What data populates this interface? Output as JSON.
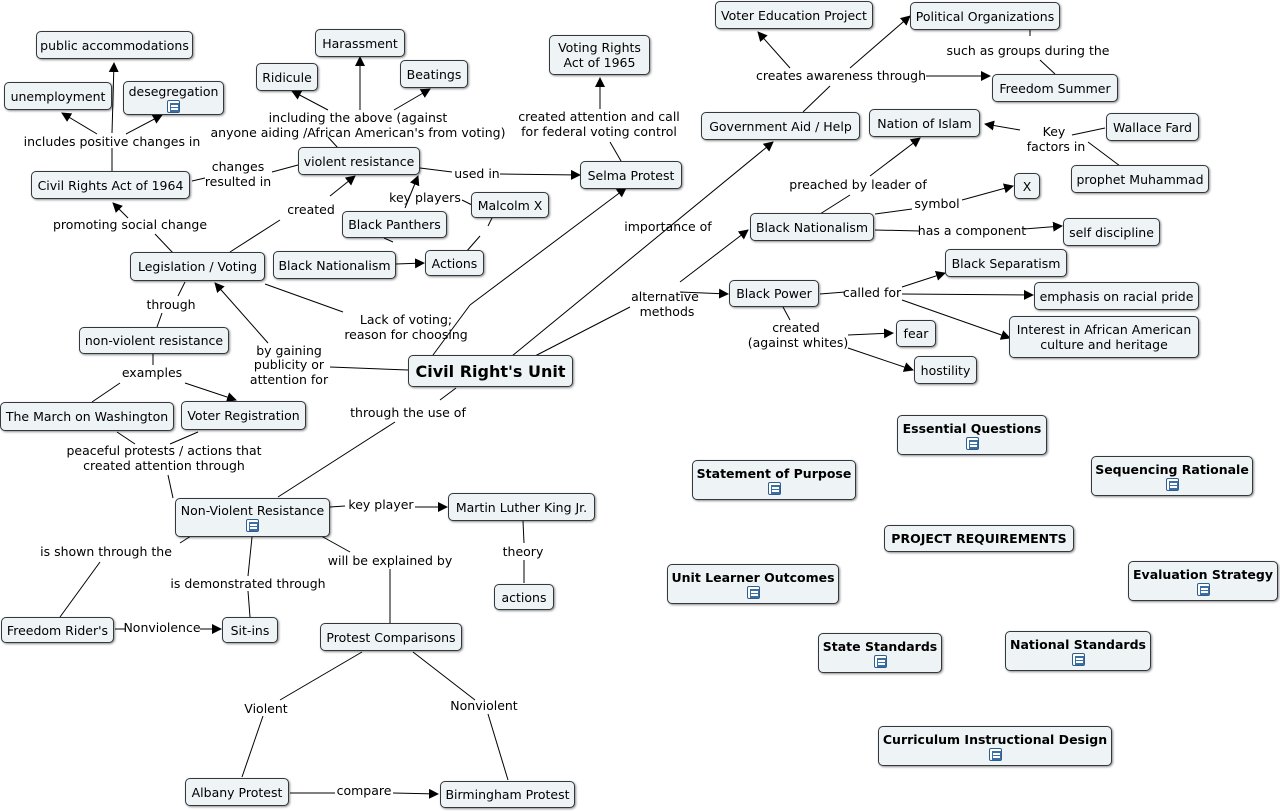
{
  "main_topic": "Civil Right's Unit",
  "nodes": {
    "public_accommodations": "public accommodations",
    "unemployment": "unemployment",
    "desegregation": "desegregation",
    "civil_rights_act": "Civil Rights Act of 1964",
    "ridicule": "Ridicule",
    "harassment": "Harassment",
    "beatings": "Beatings",
    "violent_resistance": "violent resistance",
    "voting_rights_act_line1": "Voting Rights",
    "voting_rights_act_line2": "Act of 1965",
    "selma_protest": "Selma Protest",
    "voter_education_project": "Voter Education Project",
    "political_organizations": "Political Organizations",
    "freedom_summer": "Freedom Summer",
    "government_aid": "Government Aid / Help",
    "nation_of_islam": "Nation of Islam",
    "wallace_fard": "Wallace Fard",
    "prophet_muhammad": "prophet Muhammad",
    "x_symbol": "X",
    "black_nationalism_right": "Black Nationalism",
    "self_discipline": "self discipline",
    "black_separatism": "Black Separatism",
    "emphasis_racial_pride": "emphasis on racial pride",
    "interest_african_line1": "Interest in African American",
    "interest_african_line2": "culture and heritage",
    "black_power": "Black Power",
    "fear": "fear",
    "hostility": "hostility",
    "malcolm_x": "Malcolm X",
    "black_panthers": "Black Panthers",
    "black_nationalism_left": "Black Nationalism",
    "actions_left": "Actions",
    "legislation_voting": "Legislation / Voting",
    "non_violent_resistance_lower": "non-violent resistance",
    "march_on_washington": "The March on Washington",
    "voter_registration": "Voter Registration",
    "non_violent_resistance": "Non-Violent Resistance",
    "martin_luther_king": "Martin Luther King Jr.",
    "actions_mlk": "actions",
    "freedom_riders": "Freedom Rider's",
    "sit_ins": "Sit-ins",
    "protest_comparisons": "Protest Comparisons",
    "albany_protest": "Albany Protest",
    "birmingham_protest": "Birmingham Protest",
    "essential_questions": "Essential Questions",
    "statement_of_purpose": "Statement of Purpose",
    "sequencing_rationale": "Sequencing Rationale",
    "project_requirements": "PROJECT REQUIREMENTS",
    "unit_learner_outcomes": "Unit Learner Outcomes",
    "evaluation_strategy": "Evaluation Strategy",
    "state_standards": "State Standards",
    "national_standards": "National Standards",
    "curriculum_design": "Curriculum Instructional Design"
  },
  "links": {
    "includes_positive": "includes positive changes in",
    "changes_resulted_1": "changes",
    "changes_resulted_2": "resulted in",
    "including_above_1": "including the above (against",
    "including_above_2": "anyone aiding /African American's from voting)",
    "used_in": "used in",
    "created_attention_1": "created attention and call",
    "created_attention_2": "for federal voting control",
    "creates_awareness": "creates awareness through",
    "such_as_groups": "such as groups during the",
    "key_factors_1": "Key",
    "key_factors_2": "factors in",
    "preached_by": "preached by leader of",
    "symbol": "symbol",
    "has_component": "has a component",
    "importance_of": "importance of",
    "alternative_1": "alternative",
    "alternative_2": "methods",
    "called_for": "called for",
    "created_against_1": "created",
    "created_against_2": "(against whites)",
    "key_players": "key players",
    "created": "created",
    "promoting": "promoting social change",
    "through": "through",
    "lack_voting_1": "Lack of voting;",
    "lack_voting_2": "reason for choosing",
    "by_gaining_1": "by gaining",
    "by_gaining_2": "publicity or",
    "by_gaining_3": "attention for",
    "examples": "examples",
    "through_use": "through the use of",
    "peaceful_1": "peaceful protests / actions that",
    "peaceful_2": "created attention through",
    "key_player": "key player",
    "theory": "theory",
    "shown_through": "is shown through the",
    "demonstrated": "is demonstrated through",
    "explained_by": "will be explained by",
    "nonviolence": "Nonviolence",
    "violent": "Violent",
    "nonviolent": "Nonviolent",
    "compare": "compare"
  }
}
